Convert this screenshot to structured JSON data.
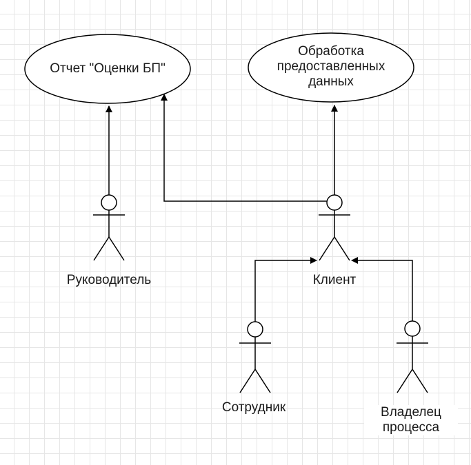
{
  "use_cases": {
    "report": "Отчет \"Оценки БП\"",
    "processing": "Обработка\nпредоставленных\nданных"
  },
  "actors": {
    "manager": "Руководитель",
    "client": "Клиент",
    "employee": "Сотрудник",
    "process_owner": "Владелец\nпроцесса"
  }
}
